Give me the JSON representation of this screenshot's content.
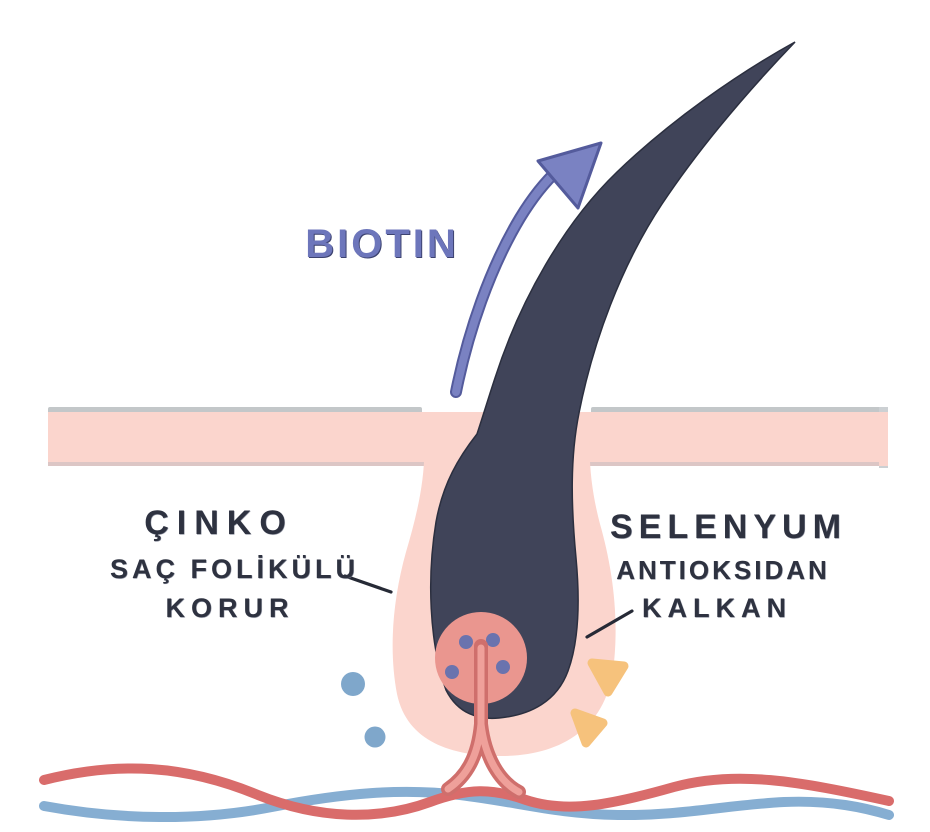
{
  "diagram": {
    "labels": {
      "biotin": "BIOTIN",
      "zinc_title": "ÇINKO",
      "zinc_line1": "SAÇ FOLİKÜLÜ",
      "zinc_line2": "KORUR",
      "selenium_title": "SELENYUM",
      "selenium_line1": "ANTIOKSIDAN",
      "selenium_line2": "KALKAN"
    },
    "colors": {
      "hair": "#404459",
      "skin": "#fbd5cd",
      "skin_edge": "#c3c7c9",
      "skin_edge_right": "#ccd0d3",
      "skin_bottom_edge": "#dcc6c5",
      "papilla": "#ea968f",
      "papilla_dot": "#6a73ae",
      "arrow_fill": "#7a82c2",
      "arrow_outline": "#545b9c",
      "biotin_text": "#6d76bb",
      "label_text": "#2e3240",
      "pointer_line": "#262a36",
      "vessel_red": "#d96c6b",
      "vessel_blue": "#86aed2",
      "capillary": "#cf6f6c",
      "capillary_highlight": "#efa09a",
      "molecule_blue": "#7fa7cb",
      "molecule_yellow": "#f6c27c"
    }
  }
}
